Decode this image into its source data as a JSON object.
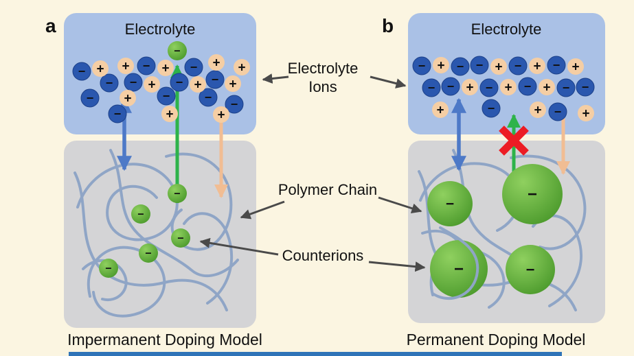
{
  "figure": {
    "panel_a": {
      "label": "a",
      "electrolyte_title": "Electrolyte",
      "caption": "Impermanent Doping Model"
    },
    "panel_b": {
      "label": "b",
      "electrolyte_title": "Electrolyte",
      "caption": "Permanent Doping Model"
    },
    "legend": {
      "electrolyte_ions_line1": "Electrolyte",
      "electrolyte_ions_line2": "Ions",
      "polymer_chain": "Polymer Chain",
      "counterions": "Counterions"
    },
    "symbols": {
      "anion": "−",
      "cation": "+"
    }
  },
  "colors": {
    "background": "#FBF5E1",
    "electrolyte_box": "#AAC1E6",
    "polymer_box": "#D4D4D6",
    "anion": "#2A57AE",
    "anion_edge": "#1B3F87",
    "anion_symbol": "#FFFFFF",
    "cation": "#F5CEA4",
    "cation_symbol": "#1F4E9C",
    "counterion_light": "#8FD05F",
    "counterion_dark": "#4E9C2E",
    "counterion_symbol": "#FFFFFF",
    "polymer_chain": "#8FA5C6",
    "arrow_blue": "#4D79C7",
    "arrow_green": "#2EB34A",
    "arrow_orange": "#F1BD93",
    "label_arrow": "#4A4A4A",
    "cross": "#EC1C24",
    "bottom_bar": "#2F74B8"
  }
}
